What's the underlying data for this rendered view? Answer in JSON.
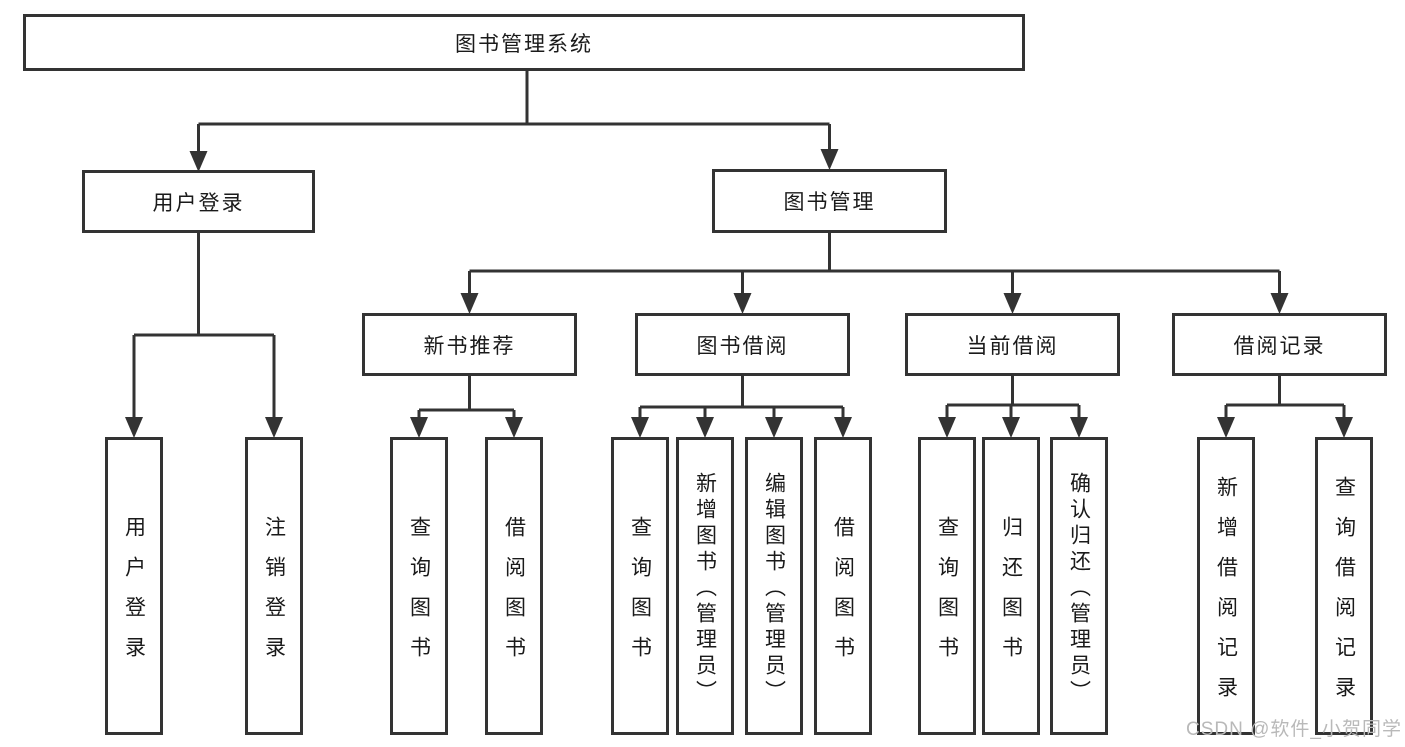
{
  "tree": {
    "label": "图书管理系统",
    "children": [
      {
        "label": "用户登录",
        "children": [
          {
            "label": "用户登录"
          },
          {
            "label": "注销登录"
          }
        ]
      },
      {
        "label": "图书管理",
        "children": [
          {
            "label": "新书推荐",
            "children": [
              {
                "label": "查询图书"
              },
              {
                "label": "借阅图书"
              }
            ]
          },
          {
            "label": "图书借阅",
            "children": [
              {
                "label": "查询图书"
              },
              {
                "label": "新增图书（管理员）"
              },
              {
                "label": "编辑图书（管理员）"
              },
              {
                "label": "借阅图书"
              }
            ]
          },
          {
            "label": "当前借阅",
            "children": [
              {
                "label": "查询图书"
              },
              {
                "label": "归还图书"
              },
              {
                "label": "确认归还（管理员）"
              }
            ]
          },
          {
            "label": "借阅记录",
            "children": [
              {
                "label": "新增借阅记录"
              },
              {
                "label": "查询借阅记录"
              }
            ]
          }
        ]
      }
    ]
  },
  "watermark": {
    "text": "CSDN @软件_小贺同学"
  },
  "colors": {
    "line": "#333333",
    "box_border": "#333333",
    "box_fill": "#ffffff",
    "text": "#1a1a1a",
    "watermark": "#b9b9b9"
  }
}
